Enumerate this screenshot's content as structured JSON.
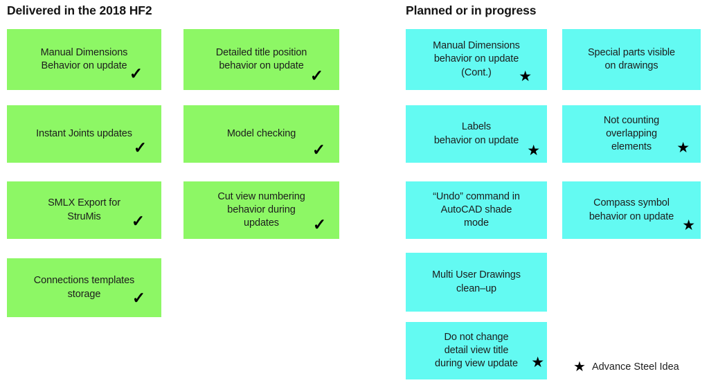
{
  "headers": {
    "delivered": "Delivered in the 2018 HF2",
    "planned": "Planned or in progress"
  },
  "colors": {
    "delivered_card": "#8df765",
    "planned_card": "#63faf2",
    "text": "#1c1c1c",
    "mark": "#000000",
    "background": "#ffffff"
  },
  "marks": {
    "check": "✓",
    "star": "★"
  },
  "legend": {
    "star_glyph": "★",
    "label": "Advance Steel Idea"
  },
  "delivered": {
    "column_a": [
      {
        "label": "Manual Dimensions\nBehavior on update",
        "mark": "check"
      },
      {
        "label": "Instant Joints updates",
        "mark": "check"
      },
      {
        "label": "SMLX Export for\nStruMis",
        "mark": "check"
      },
      {
        "label": "Connections templates\nstorage",
        "mark": "check"
      }
    ],
    "column_b": [
      {
        "label": "Detailed title position\nbehavior on update",
        "mark": "check"
      },
      {
        "label": "Model checking",
        "mark": "check"
      },
      {
        "label": "Cut view numbering\nbehavior during\nupdates",
        "mark": "check"
      }
    ]
  },
  "planned": {
    "column_a": [
      {
        "label": "Manual Dimensions\nbehavior on update\n(Cont.)",
        "mark": "star"
      },
      {
        "label": "Labels\nbehavior on update",
        "mark": "star"
      },
      {
        "label": "“Undo” command in\nAutoCAD shade\nmode",
        "mark": "none"
      },
      {
        "label": "Multi User Drawings\nclean–up",
        "mark": "none"
      },
      {
        "label": "Do not change\ndetail view title\nduring view update",
        "mark": "star"
      }
    ],
    "column_b": [
      {
        "label": "Special parts visible\non drawings",
        "mark": "none"
      },
      {
        "label": "Not counting\noverlapping\nelements",
        "mark": "star"
      },
      {
        "label": "Compass symbol\nbehavior on update",
        "mark": "star"
      }
    ]
  }
}
